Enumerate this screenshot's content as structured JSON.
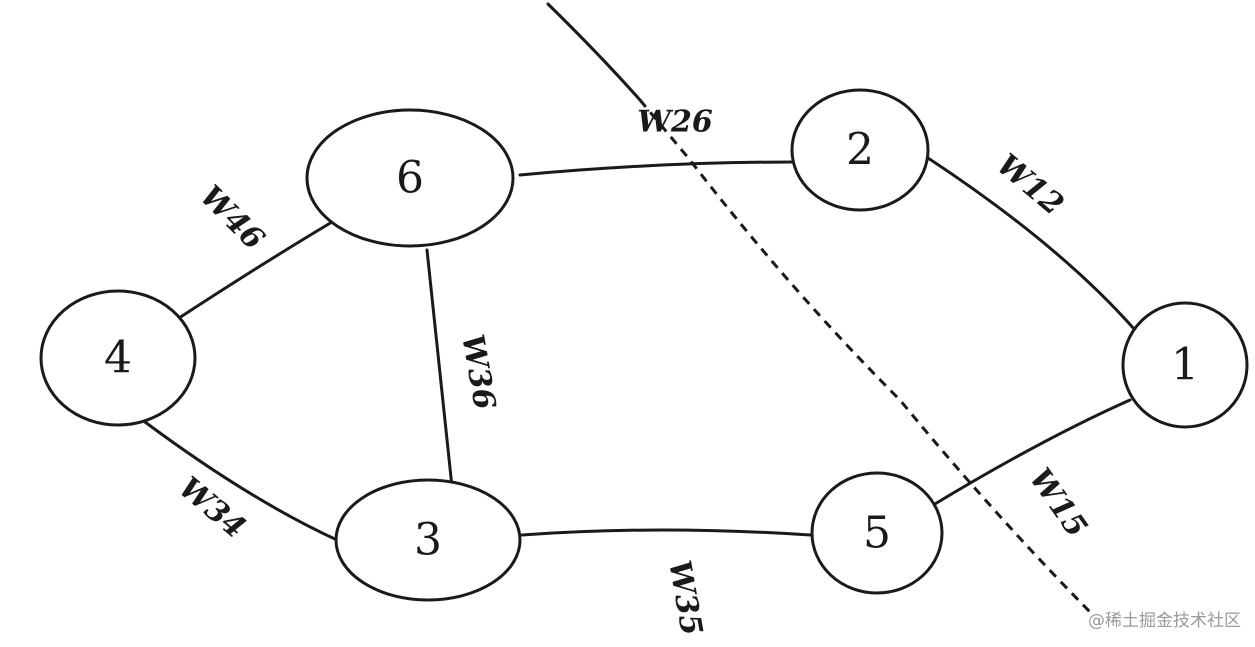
{
  "diagram": {
    "nodes": [
      {
        "id": "6",
        "label": "6"
      },
      {
        "id": "2",
        "label": "2"
      },
      {
        "id": "4",
        "label": "4"
      },
      {
        "id": "1",
        "label": "1"
      },
      {
        "id": "3",
        "label": "3"
      },
      {
        "id": "5",
        "label": "5"
      }
    ],
    "edges": [
      {
        "id": "e62",
        "from": "6",
        "to": "2",
        "label": "W26"
      },
      {
        "id": "e21",
        "from": "2",
        "to": "1",
        "label": "W12"
      },
      {
        "id": "e46",
        "from": "4",
        "to": "6",
        "label": "W46"
      },
      {
        "id": "e36",
        "from": "6",
        "to": "3",
        "label": "W36"
      },
      {
        "id": "e43",
        "from": "4",
        "to": "3",
        "label": "W34"
      },
      {
        "id": "e35",
        "from": "3",
        "to": "5",
        "label": "W35"
      },
      {
        "id": "e51",
        "from": "5",
        "to": "1",
        "label": "W15"
      }
    ],
    "cut_line": {
      "style": "partly dashed"
    }
  },
  "watermark": "@稀土掘金技术社区"
}
